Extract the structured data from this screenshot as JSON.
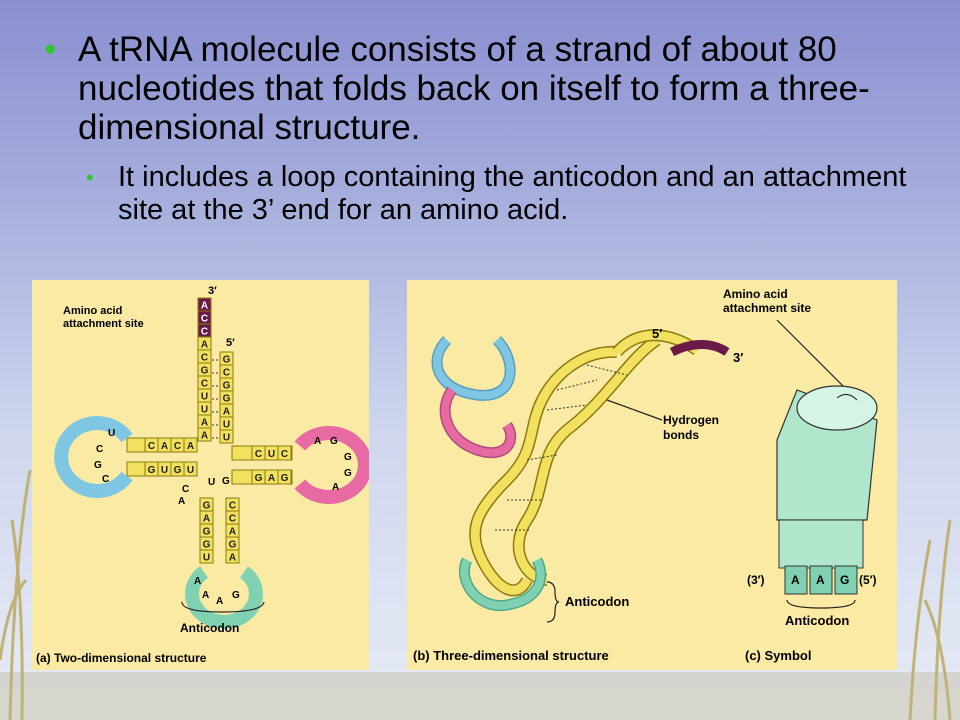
{
  "bullets": {
    "main": "A tRNA molecule consists of a strand of about 80 nucleotides that folds back on itself to form a three-dimensional structure.",
    "sub": "It includes a loop containing the anticodon and an attachment site at the 3’ end for an amino acid."
  },
  "panel_a": {
    "caption": "(a) Two-dimensional structure",
    "three_prime": "3′",
    "five_prime": "5′",
    "site_line1": "Amino acid",
    "site_line2": "attachment site",
    "anticodon": "Anticodon",
    "acceptor_left": [
      "A",
      "C",
      "C",
      "A",
      "C",
      "G",
      "C",
      "U",
      "U",
      "A",
      "A"
    ],
    "acceptor_right": [
      "G",
      "C",
      "G",
      "G",
      "A",
      "U",
      "U"
    ],
    "left_arm_top": [
      "C",
      "A",
      "C",
      "A"
    ],
    "left_arm_bottom": [
      "G",
      "U",
      "G",
      "U"
    ],
    "left_loop": [
      "U",
      "C",
      "G",
      "C"
    ],
    "right_arm_top": [
      "C",
      "U",
      "C"
    ],
    "right_arm_bottom": [
      "G",
      "A",
      "G"
    ],
    "right_loop": [
      "A",
      "G",
      "G",
      "G",
      "A"
    ],
    "anticodon_stem_left": [
      "G",
      "A",
      "G",
      "G",
      "U"
    ],
    "anticodon_stem_right": [
      "C",
      "C",
      "A",
      "G",
      "A"
    ],
    "anticodon_loop": [
      "A",
      "A",
      "A",
      "G"
    ],
    "junction": [
      "U",
      "C",
      "A",
      "G"
    ]
  },
  "panel_b": {
    "caption": "(b) Three-dimensional structure",
    "five_prime": "5′",
    "three_prime": "3′",
    "hbonds_line1": "Hydrogen",
    "hbonds_line2": "bonds",
    "anticodon": "Anticodon"
  },
  "panel_c": {
    "caption": "(c) Symbol",
    "site_line1": "Amino acid",
    "site_line2": "attachment site",
    "three_prime": "(3′)",
    "five_prime": "(5′)",
    "bases": [
      "A",
      "A",
      "G"
    ],
    "anticodon": "Anticodon"
  },
  "colors": {
    "strand": "#f2e15f",
    "strand_edge": "#8a7a10",
    "loop_blue": "#7fc6e3",
    "loop_pink": "#e86aa3",
    "anticodon_teal": "#7fd1b2",
    "attachment_purple": "#6b1a48",
    "bullet_green": "#35c23a",
    "panel_bg": "#fbeaa4"
  }
}
